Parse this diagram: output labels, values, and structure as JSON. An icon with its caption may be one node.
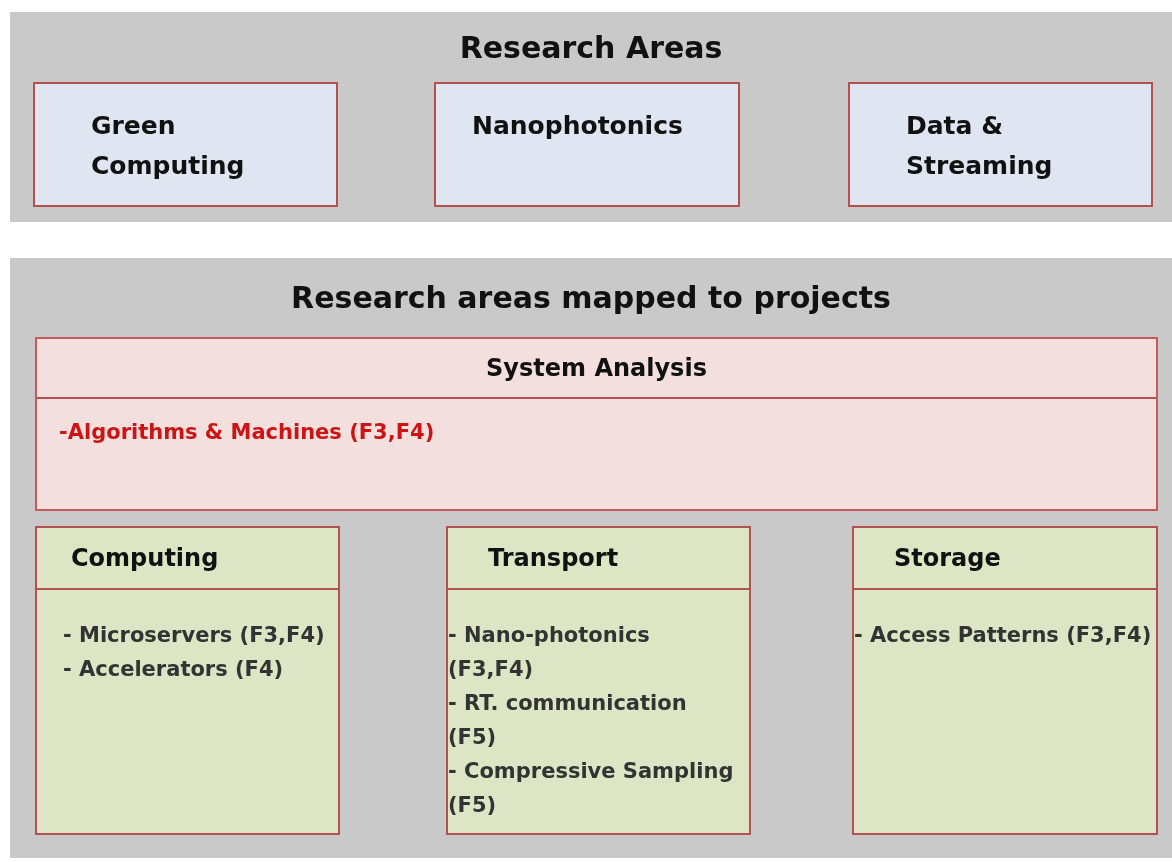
{
  "diagram": {
    "nodes": [
      {
        "text": [
          "Research Areas"
        ]
      },
      {
        "text": [
          "Green Computing"
        ],
        "in": 0
      },
      {
        "text": [
          "Nanophotonics"
        ],
        "in": 0
      },
      {
        "text": [
          "Data & Streaming"
        ],
        "in": 0
      },
      {
        "text": [
          "Research areas mapped to projects"
        ]
      },
      {
        "text": [
          "System Analysis",
          "-Algorithms & Machines (F3,F4)"
        ],
        "in": 4
      },
      {
        "text": [
          "Computing",
          "- Microservers (F3,F4)",
          "- Accelerators (F4)"
        ],
        "in": 4
      },
      {
        "text": [
          "Transport",
          "- Nano-photonics (F3,F4)",
          "- RT. communication (F5)",
          "- Compressive Sampling (F5)"
        ],
        "in": 4
      },
      {
        "text": [
          "Storage",
          "- Access Patterns (F3,F4)"
        ],
        "in": 4
      }
    ],
    "edges": []
  }
}
